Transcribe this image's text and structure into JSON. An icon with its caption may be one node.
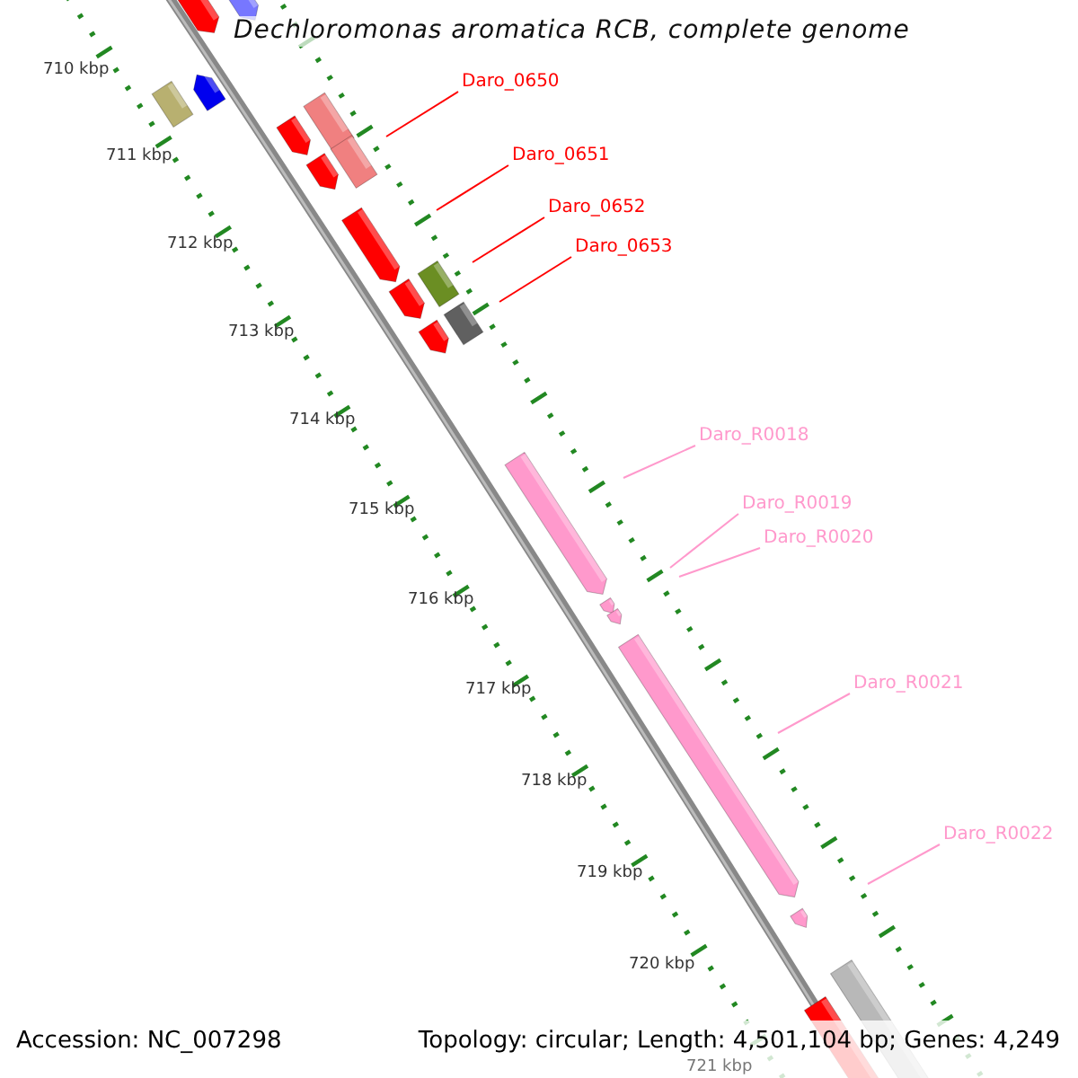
{
  "diagram": {
    "title": "Dechloromonas aromatica RCB, complete genome",
    "nodes": [
      {
        "text": [
          "Daro_0650"
        ]
      },
      {
        "text": [
          "Daro_0651"
        ]
      },
      {
        "text": [
          "Daro_0652"
        ]
      },
      {
        "text": [
          "Daro_0653"
        ]
      },
      {
        "text": [
          "Daro_R0018"
        ]
      },
      {
        "text": [
          "Daro_R0019"
        ]
      },
      {
        "text": [
          "Daro_R0020"
        ]
      },
      {
        "text": [
          "Daro_R0021"
        ]
      },
      {
        "text": [
          "Daro_R0022"
        ]
      }
    ],
    "edges": [
      {
        "from": 0,
        "to": null,
        "arrow": "none",
        "color": "#ff0000"
      },
      {
        "from": 1,
        "to": null,
        "arrow": "none",
        "color": "#ff0000"
      },
      {
        "from": 2,
        "to": null,
        "arrow": "none",
        "color": "#ff0000"
      },
      {
        "from": 3,
        "to": null,
        "arrow": "none",
        "color": "#ff0000"
      },
      {
        "from": 4,
        "to": null,
        "arrow": "none",
        "color": "#ff99cc"
      },
      {
        "from": 5,
        "to": null,
        "arrow": "none",
        "color": "#ff99cc"
      },
      {
        "from": 6,
        "to": null,
        "arrow": "none",
        "color": "#ff99cc"
      },
      {
        "from": 7,
        "to": null,
        "arrow": "none",
        "color": "#ff99cc"
      },
      {
        "from": 8,
        "to": null,
        "arrow": "none",
        "color": "#ff99cc"
      }
    ],
    "labels": [
      "710 kbp",
      "711 kbp",
      "712 kbp",
      "713 kbp",
      "714 kbp",
      "715 kbp",
      "716 kbp",
      "717 kbp",
      "718 kbp",
      "719 kbp",
      "720 kbp",
      "721 kbp",
      "Accession: NC_007298",
      "Topology: circular; Length: 4,501,104 bp; Genes: 4,249"
    ]
  }
}
